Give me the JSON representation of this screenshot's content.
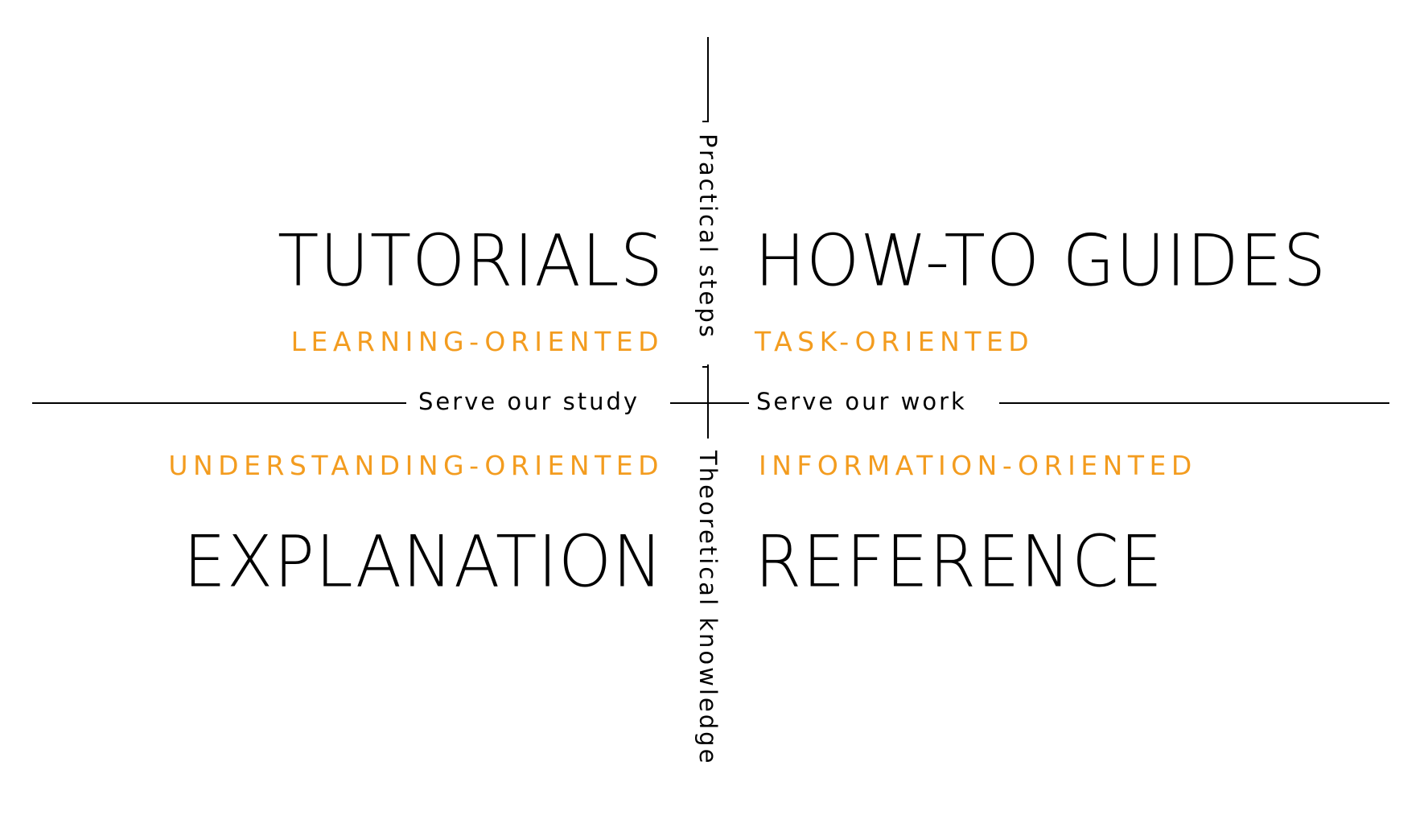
{
  "colors": {
    "accent": "#f39c1f",
    "ink": "#000000",
    "background": "#ffffff"
  },
  "quadrants": {
    "top_left": {
      "title": "TUTORIALS",
      "orientation": "LEARNING-ORIENTED"
    },
    "top_right": {
      "title": "HOW-TO GUIDES",
      "orientation": "TASK-ORIENTED"
    },
    "bottom_left": {
      "title": "EXPLANATION",
      "orientation": "UNDERSTANDING-ORIENTED"
    },
    "bottom_right": {
      "title": "REFERENCE",
      "orientation": "INFORMATION-ORIENTED"
    }
  },
  "axes": {
    "top": "Practical steps",
    "bottom": "Theoretical knowledge",
    "left": "Serve our study",
    "right": "Serve our work"
  }
}
